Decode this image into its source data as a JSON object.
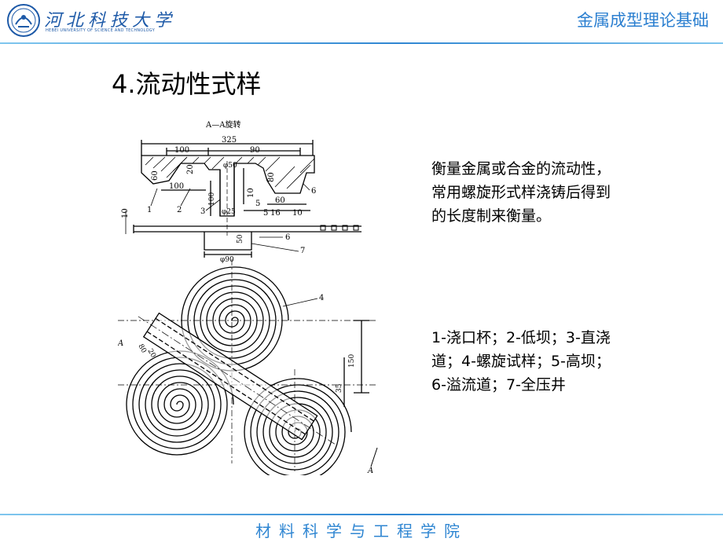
{
  "header": {
    "university_name": "河北科技大学",
    "university_name_en": "HEBEI UNIVERSITY OF SCIENCE AND TECHNOLOGY",
    "course_title": "金属成型理论基础"
  },
  "slide": {
    "title": "4.流动性式样",
    "description": "衡量金属或合金的流动性，常用螺旋形式样浇铸后得到的长度制来衡量。",
    "legend": "1-浇口杯；2-低坝；3-直浇道；4-螺旋试样；5-高坝；6-溢流道；7-全压井"
  },
  "diagram": {
    "section_label": "A—A旋转",
    "dimensions": {
      "total_width": "325",
      "left_width": "100",
      "right_width": "90",
      "left_depth": "60",
      "dam_height": "20",
      "cup_bottom": "100",
      "sprue_height": "100",
      "sprue_top_dia": "φ50",
      "sprue_bot_dia": "φ25",
      "right_depth": "80",
      "channel_depth": "10",
      "dim_5": "5",
      "dim_60": "60",
      "dim_16": "16",
      "dim_10": "10",
      "left_10": "10",
      "well_depth": "50",
      "well_dia": "φ90",
      "spiral_offset": "150",
      "spiral_gap": "35",
      "angle_80": "80",
      "angle_20": "20",
      "axis_a": "A"
    },
    "callouts": [
      "1",
      "2",
      "3",
      "4",
      "5",
      "6",
      "7"
    ]
  },
  "footer": {
    "school": "材料科学与工程学院"
  }
}
